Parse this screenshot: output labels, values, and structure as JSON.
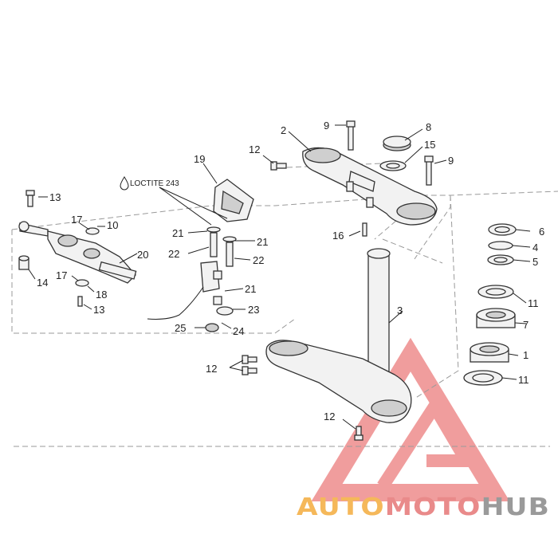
{
  "diagram": {
    "note": "LOCTITE 243",
    "labels": {
      "l1": "1",
      "l2": "2",
      "l3": "3",
      "l4": "4",
      "l5": "5",
      "l6": "6",
      "l7": "7",
      "l8": "8",
      "l9a": "9",
      "l9b": "9",
      "l10": "10",
      "l11a": "11",
      "l11b": "11",
      "l12a": "12",
      "l12b": "12",
      "l12c": "12",
      "l13a": "13",
      "l13b": "13",
      "l14": "14",
      "l15": "15",
      "l16": "16",
      "l17a": "17",
      "l17b": "17",
      "l18": "18",
      "l19": "19",
      "l20": "20",
      "l21a": "21",
      "l21b": "21",
      "l21c": "21",
      "l22a": "22",
      "l22b": "22",
      "l23": "23",
      "l24": "24",
      "l25": "25"
    }
  },
  "watermark": {
    "part1": "AUTO",
    "part2": "MOTO",
    "part3": "HUB",
    "colors": {
      "orange": "#f5b85a",
      "red": "#e98a8a",
      "gray": "#9a9a9a"
    }
  }
}
